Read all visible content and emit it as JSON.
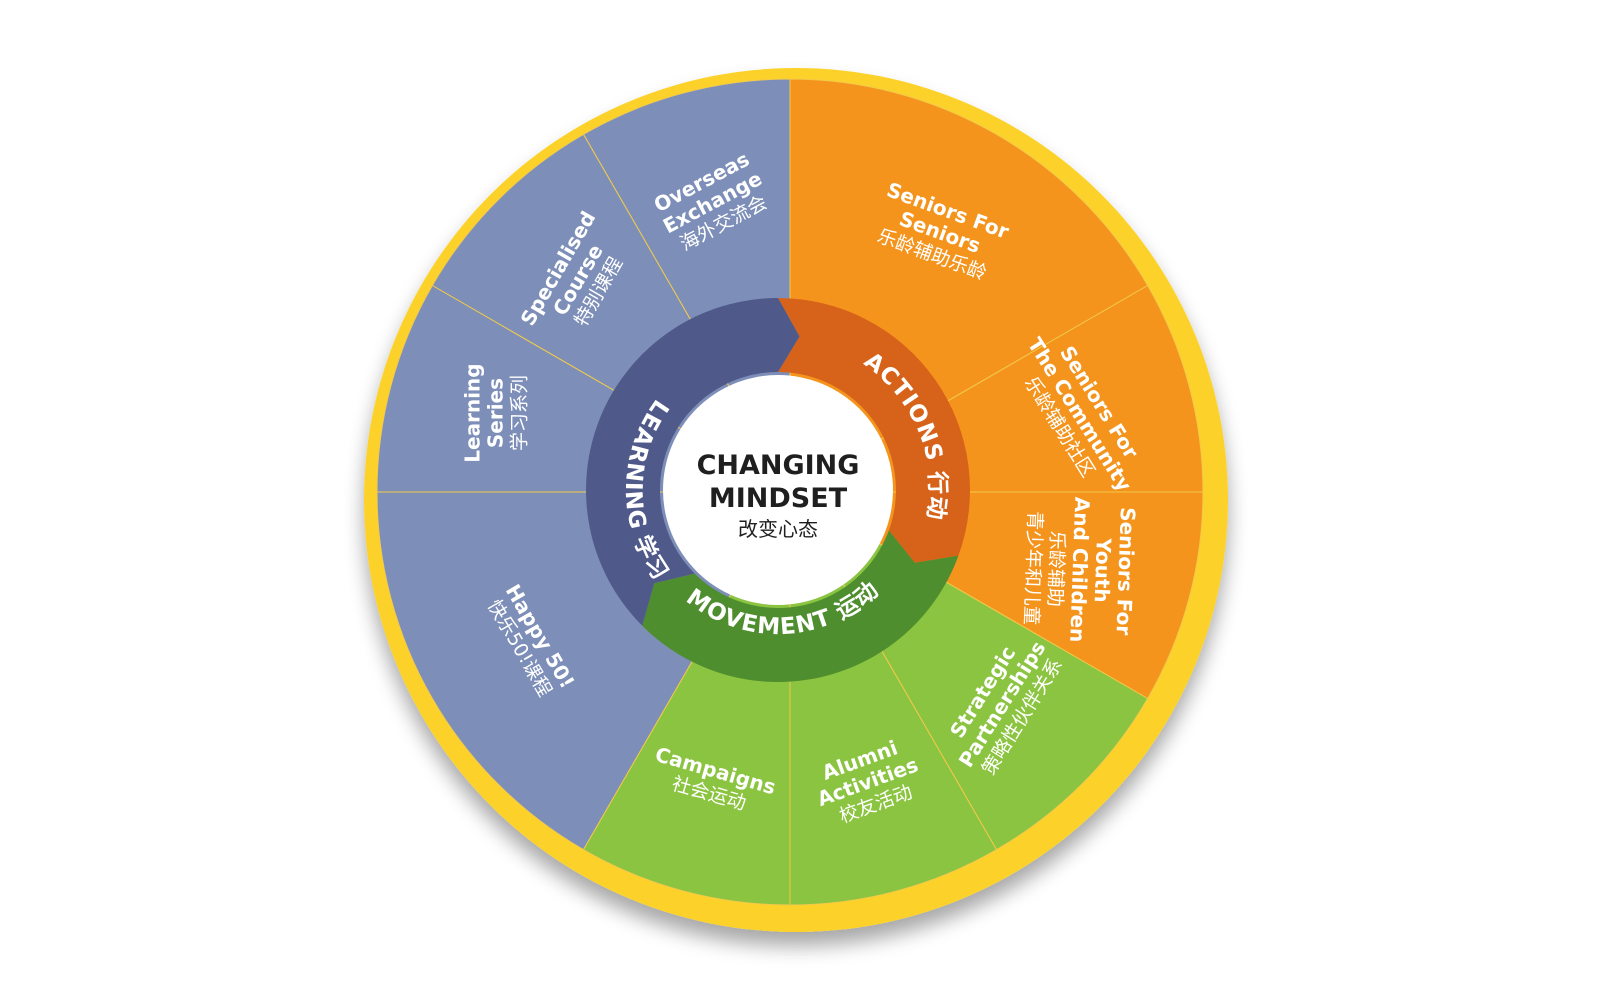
{
  "center": {
    "line1": "CHANGING",
    "line2": "MINDSET",
    "cn": "改变心态"
  },
  "colors": {
    "learning": "#7d8fb8",
    "learning_ring": "#505a8a",
    "actions": "#f4941f",
    "actions_ring": "#d7631a",
    "movement": "#8bc43f",
    "movement_ring": "#4f8e2e",
    "border": "#fcd22a"
  },
  "ring": {
    "learning": "LEARNING 学习",
    "actions": "ACTIONS 行动",
    "movement": "MOVEMENT 运动"
  },
  "segments": [
    {
      "group": "learning",
      "lines": [
        "Overseas",
        "Exchange"
      ],
      "cn": "海外交流会"
    },
    {
      "group": "learning",
      "lines": [
        "Specialised",
        "Course"
      ],
      "cn": "特别课程"
    },
    {
      "group": "learning",
      "lines": [
        "Learning",
        "Series"
      ],
      "cn": "学习系列"
    },
    {
      "group": "learning",
      "lines": [
        "Happy 50!"
      ],
      "cn": "快乐50!课程"
    },
    {
      "group": "actions",
      "lines": [
        "Seniors For",
        "Seniors"
      ],
      "cn": "乐龄辅助乐龄"
    },
    {
      "group": "actions",
      "lines": [
        "Seniors For",
        "The Community"
      ],
      "cn": "乐龄辅助社区"
    },
    {
      "group": "actions",
      "lines": [
        "Seniors For",
        "Youth",
        "And Children"
      ],
      "cn": "乐龄辅助 青少年和儿童"
    },
    {
      "group": "movement",
      "lines": [
        "Strategic",
        "Partnerships"
      ],
      "cn": "策略性伙伴关系"
    },
    {
      "group": "movement",
      "lines": [
        "Alumni",
        "Activities"
      ],
      "cn": "校友活动"
    },
    {
      "group": "movement",
      "lines": [
        "Campaigns"
      ],
      "cn": "社会运动"
    }
  ]
}
